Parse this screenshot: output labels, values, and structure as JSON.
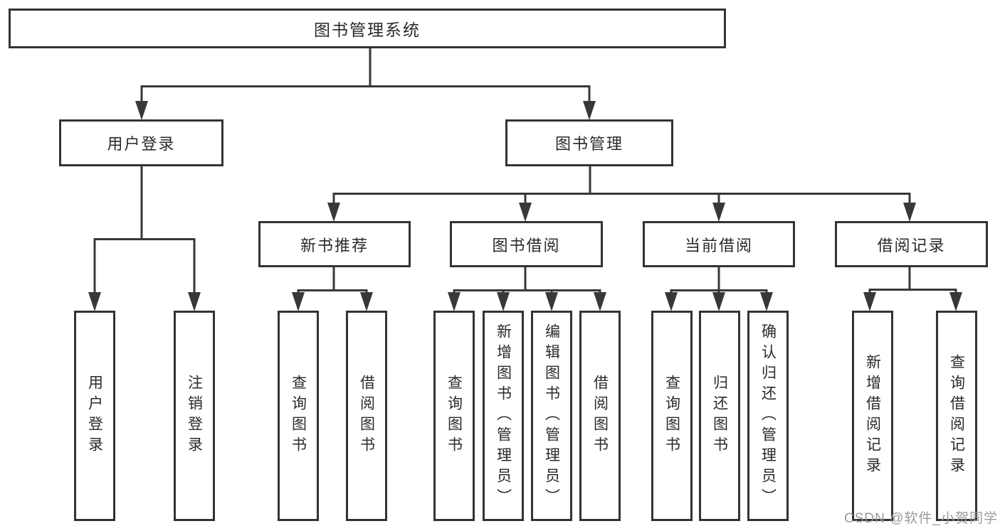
{
  "diagram": {
    "root": {
      "label": "图书管理系统"
    },
    "level2": [
      {
        "label": "用户登录"
      },
      {
        "label": "图书管理"
      }
    ],
    "level3": [
      {
        "label": "新书推荐"
      },
      {
        "label": "图书借阅"
      },
      {
        "label": "当前借阅"
      },
      {
        "label": "借阅记录"
      }
    ],
    "leaves": [
      {
        "label": "用户登录"
      },
      {
        "label": "注销登录"
      },
      {
        "label": "查询图书"
      },
      {
        "label": "借阅图书"
      },
      {
        "label": "查询图书"
      },
      {
        "label": "新增图书（管理员）"
      },
      {
        "label": "编辑图书（管理员）"
      },
      {
        "label": "借阅图书"
      },
      {
        "label": "查询图书"
      },
      {
        "label": "归还图书"
      },
      {
        "label": "确认归还（管理员）"
      },
      {
        "label": "新增借阅记录"
      },
      {
        "label": "查询借阅记录"
      }
    ]
  },
  "watermark": {
    "text": "CSDN @软件_小贺同学"
  },
  "colors": {
    "background": "#ffffff",
    "line": "#383838",
    "box_border": "#333333",
    "text": "#2a2a2a",
    "watermark_text": "#9b9b9b"
  }
}
